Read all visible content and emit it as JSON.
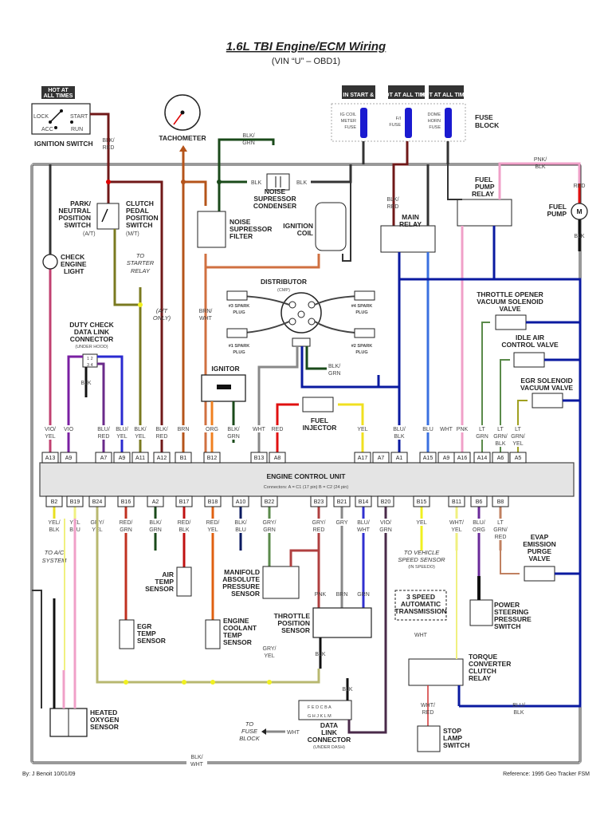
{
  "title": "1.6L TBI Engine/ECM Wiring",
  "subtitle": "(VIN “U” – OBD1)",
  "power": {
    "ignition_hot": "HOT AT ALL TIMES",
    "fuse_hot": [
      "HOT IN START & RUN",
      "HOT AT ALL TIMES",
      "HOT AT ALL TIMES"
    ],
    "fuses": [
      "IG COIL METER FUSE",
      "F/I FUSE",
      "DOME HORN FUSE"
    ],
    "fuse_block": "FUSE BLOCK"
  },
  "ignition_switch": {
    "label": "IGNITION SWITCH",
    "positions": [
      "LOCK",
      "START",
      "ACC",
      "RUN"
    ]
  },
  "components": {
    "tachometer": "TACHOMETER",
    "park_neutral": "PARK/ NEUTRAL POSITION SWITCH",
    "park_neutral_note": "(A/T)",
    "clutch_pedal": "CLUTCH PEDAL POSITION SWITCH",
    "clutch_note": "(M/T)",
    "to_starter": "TO STARTER RELAY",
    "at_only": "(A/T ONLY)",
    "check_engine": "CHECK ENGINE LIGHT",
    "noise_condenser": "NOISE SUPRESSOR CONDENSER",
    "noise_filter": "NOISE SUPRESSOR FILTER",
    "ignition_coil": "IGNITION COIL",
    "distributor": "DISTRIBUTOR",
    "distributor_note": "(CMP)",
    "spark_plugs": [
      "#3 SPARK PLUG",
      "#4 SPARK PLUG",
      "#1 SPARK PLUG",
      "#2 SPARK PLUG"
    ],
    "main_relay": "MAIN RELAY",
    "fuel_pump_relay": "FUEL PUMP RELAY",
    "fuel_pump": "FUEL PUMP",
    "throttle_opener": "THROTTLE OPENER VACUUM SOLENOID VALVE",
    "iac": "IDLE AIR CONTROL VALVE",
    "egr_solenoid": "EGR SOLENOID VACUUM VALVE",
    "duty_check": "DUTY CHECK DATA LINK CONNECTOR",
    "duty_check_note": "(UNDER HOOD)",
    "ignitor": "IGNITOR",
    "fuel_injector": "FUEL INJECTOR",
    "ecu": "ENGINE CONTROL UNIT",
    "ecu_note": "Connectors: A = C1 (17 pin)   B = C2 (24 pin)",
    "to_ac": "TO A/C SYSTEM",
    "air_temp": "AIR TEMP SENSOR",
    "map": "MANIFOLD ABSOLUTE PRESSURE SENSOR",
    "egr_temp": "EGR TEMP SENSOR",
    "coolant_temp": "ENGINE COOLANT TEMP SENSOR",
    "tps": "THROTTLE POSITION SENSOR",
    "to_vss": "TO VEHICLE SPEED SENSOR",
    "vss_note": "(IN SPEEDO)",
    "trans": "3 SPEED AUTOMATIC TRANSMISSION",
    "evap": "EVAP EMISSION PURGE VALVE",
    "ps_switch": "POWER STEERING PRESSURE SWITCH",
    "tcc_relay": "TORQUE CONVERTER CLUTCH RELAY",
    "stop_lamp": "STOP LAMP SWITCH",
    "o2": "HEATED OXYGEN SENSOR",
    "to_fuse_block": "TO FUSE BLOCK",
    "dlc": "DATA LINK CONNECTOR",
    "dlc_note": "(UNDER DASH)"
  },
  "ecu_top_pins": [
    {
      "pin": "A13",
      "wire": "VIO/ YEL",
      "color": "#b03060"
    },
    {
      "pin": "A9",
      "wire": "VIO",
      "color": "#7a1fa2"
    },
    {
      "pin": "A7",
      "wire": "BLU/ RED",
      "color": "#6a2a8a"
    },
    {
      "pin": "A9",
      "wire": "BLU/ YEL",
      "color": "#2a2ad0"
    },
    {
      "pin": "A11",
      "wire": "BLK/ YEL",
      "color": "#7a7a20"
    },
    {
      "pin": "A12",
      "wire": "BLK/ RED",
      "color": "#701818"
    },
    {
      "pin": "B1",
      "wire": "BRN",
      "color": "#b5541a"
    },
    {
      "pin": "B12",
      "wire": "ORG",
      "color": "#f08020"
    },
    {
      "pin": "",
      "wire": "BLK/ GRN",
      "color": "#1a4a1a"
    },
    {
      "pin": "B13",
      "wire": "WHT",
      "color": "#888"
    },
    {
      "pin": "A8",
      "wire": "RED",
      "color": "#e01010"
    },
    {
      "pin": "A17",
      "wire": "YEL",
      "color": "#f0e020"
    },
    {
      "pin": "A7",
      "wire": "",
      "color": "#0a1aa0"
    },
    {
      "pin": "A1",
      "wire": "BLU/ BLK",
      "color": "#0a1aa0"
    },
    {
      "pin": "A15",
      "wire": "BLU",
      "color": "#3a70e0"
    },
    {
      "pin": "A9",
      "wire": "WHT",
      "color": "#888"
    },
    {
      "pin": "A16",
      "wire": "PNK",
      "color": "#f0a0c8"
    },
    {
      "pin": "A14",
      "wire": "LT GRN",
      "color": "#5a8a4a"
    },
    {
      "pin": "A6",
      "wire": "LT GRN/ BLK",
      "color": "#5a8a4a"
    },
    {
      "pin": "A5",
      "wire": "LT GRN/ YEL",
      "color": "#a0a020"
    }
  ],
  "ecu_bottom_pins": [
    {
      "pin": "B2",
      "wire": "YEL/ BLK",
      "color": "#e8e020"
    },
    {
      "pin": "B19",
      "wire": "YEL BLU",
      "color": "#f0f080"
    },
    {
      "pin": "B24",
      "wire": "GRY/ YEL",
      "color": "#b8b870"
    },
    {
      "pin": "B16",
      "wire": "RED/ GRN",
      "color": "#c03020"
    },
    {
      "pin": "A2",
      "wire": "BLK/ GRN",
      "color": "#1a4a1a"
    },
    {
      "pin": "B17",
      "wire": "RED/ BLK",
      "color": "#c01010"
    },
    {
      "pin": "B18",
      "wire": "RED/ YEL",
      "color": "#e06010"
    },
    {
      "pin": "A10",
      "wire": "BLK/ BLU",
      "color": "#0a1a60"
    },
    {
      "pin": "B22",
      "wire": "GRY/ GRN",
      "color": "#5a8a4a"
    },
    {
      "pin": "B23",
      "wire": "GRY/ RED",
      "color": "#b04040"
    },
    {
      "pin": "B21",
      "wire": "GRY",
      "color": "#888"
    },
    {
      "pin": "B14",
      "wire": "BLU/ WHT",
      "color": "#3030d0"
    },
    {
      "pin": "B20",
      "wire": "VIO/ GRN",
      "color": "#4a2a4a"
    },
    {
      "pin": "B15",
      "wire": "YEL",
      "color": "#f0f020"
    },
    {
      "pin": "B11",
      "wire": "WHT/ YEL",
      "color": "#f0f080"
    },
    {
      "pin": "B6",
      "wire": "BLU/ ORG",
      "color": "#6a2a9a"
    },
    {
      "pin": "B8",
      "wire": "LT GRN/ RED",
      "color": "#c08060"
    }
  ],
  "misc_wires": {
    "blk_red": "BLK/ RED",
    "blk_grn": "BLK/ GRN",
    "blk": "BLK",
    "brn_wht": "BRN/ WHT",
    "pnk_blk": "PNK/ BLK",
    "red": "RED",
    "pnk": "PNK",
    "brn": "BRN",
    "grn": "GRN",
    "wht": "WHT",
    "wht_red": "WHT/ RED",
    "blu_blk": "BLU/ BLK",
    "blk_wht": "BLK/ WHT",
    "gry_yel": "GRY/ YEL"
  },
  "footer": {
    "author": "By: J Benoit 10/01/09",
    "reference": "Reference: 1995 Geo Tracker FSM"
  }
}
